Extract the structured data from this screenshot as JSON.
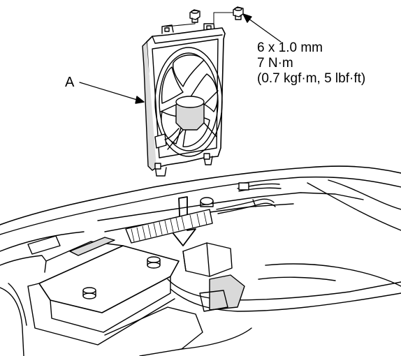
{
  "callout": {
    "part_label": "A",
    "bolt_size": "6 x 1.0 mm",
    "torque_nm": "7 N·m",
    "torque_alt": "(0.7 kgf·m, 5 lbf·ft)"
  },
  "style": {
    "line_color": "#000000",
    "shade_color": "#d9d9d9",
    "background": "#ffffff"
  }
}
